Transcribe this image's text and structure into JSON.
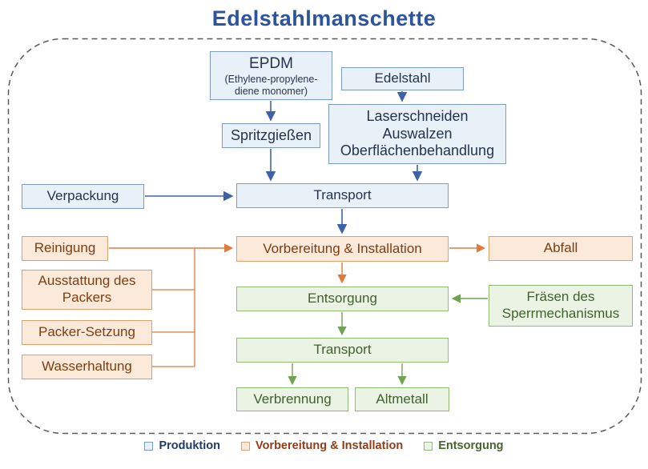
{
  "title": "Edelstahlmanschette",
  "nodes": {
    "epdm": {
      "label": "EPDM",
      "sub": "(Ethylene-propylene-\ndiene monomer)"
    },
    "edelstahl": {
      "label": "Edelstahl"
    },
    "spritzgiessen": {
      "label": "Spritzgießen"
    },
    "laserschneiden": {
      "label": "Laserschneiden\nAuswalzen\nOberflächenbehandlung"
    },
    "verpackung": {
      "label": "Verpackung"
    },
    "transport_produktion": {
      "label": "Transport"
    },
    "reinigung": {
      "label": "Reinigung"
    },
    "ausstattung_des_packers": {
      "label": "Ausstattung des\nPackers"
    },
    "packer_setzung": {
      "label": "Packer-Setzung"
    },
    "wasserhaltung": {
      "label": "Wasserhaltung"
    },
    "vorbereitung_installation": {
      "label": "Vorbereitung & Installation"
    },
    "abfall": {
      "label": "Abfall"
    },
    "entsorgung": {
      "label": "Entsorgung"
    },
    "fraesen_des_sperrmechanismus": {
      "label": "Fräsen des\nSperrmechanismus"
    },
    "transport_entsorgung": {
      "label": "Transport"
    },
    "verbrennung": {
      "label": "Verbrennung"
    },
    "altmetall": {
      "label": "Altmetall"
    }
  },
  "legend": {
    "produktion": {
      "label": "Produktion"
    },
    "vorbereitung": {
      "label": "Vorbereitung & Installation"
    },
    "entsorgung": {
      "label": "Entsorgung"
    }
  },
  "colors": {
    "title_text": "#2B549C",
    "blue_fill": "#E9F1F8",
    "blue_border": "#7C9CC4",
    "blue_text": "#24344D",
    "blue_arrow": "#3E62A8",
    "orange_fill": "#FBE9DA",
    "orange_border": "#DCA06C",
    "orange_text": "#7E3E10",
    "orange_arrow": "#DE7B3F",
    "green_fill": "#EBF3E4",
    "green_border": "#8FBC74",
    "green_text": "#40612D",
    "green_arrow": "#6FA351",
    "legend_produktion_text": "#1F3B66",
    "legend_vorbereitung_text": "#8E3E1B",
    "legend_entsorgung_text": "#4A632F",
    "frame_dash": "#5A5A5A"
  }
}
